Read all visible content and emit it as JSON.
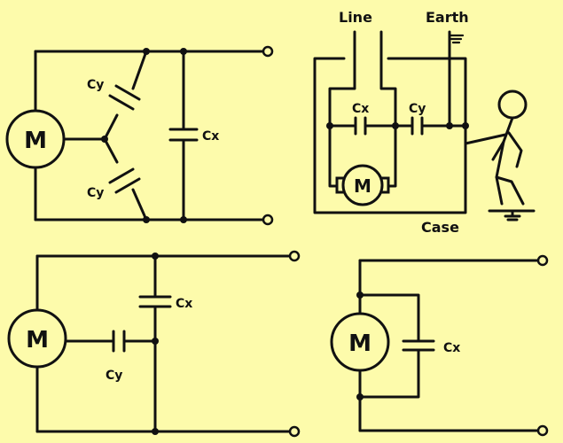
{
  "motor_label": "M",
  "cap_labels": {
    "cy": "Cy",
    "cx": "Cx"
  },
  "terms": {
    "line": "Line",
    "earth": "Earth",
    "case": "Case"
  },
  "colors": {
    "background": "#fdfbab",
    "ink": "#111111"
  }
}
